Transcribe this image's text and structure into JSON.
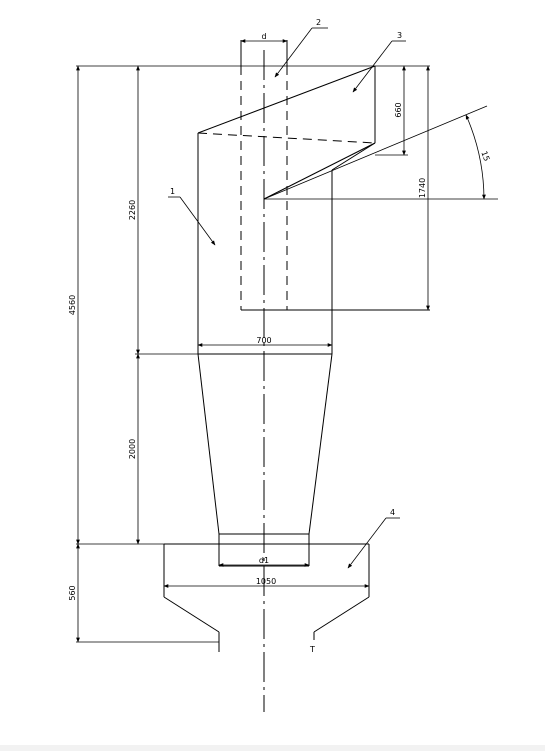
{
  "dimensions": {
    "total_height": "4560",
    "cylinder_height": "2260",
    "cone_height": "2000",
    "hopper_height": "560",
    "inlet_height": "660",
    "outlet_depth": "1740",
    "cylinder_diameter": "700",
    "hopper_width": "1050",
    "outlet_diameter": "d",
    "dust_outlet_diameter": "d1",
    "inlet_angle": "15"
  },
  "parts": {
    "cylinder_body": "1",
    "exhaust_pipe": "2",
    "inlet_duct": "3",
    "dust_hopper": "4"
  },
  "markers": {
    "t_mark": "T"
  }
}
